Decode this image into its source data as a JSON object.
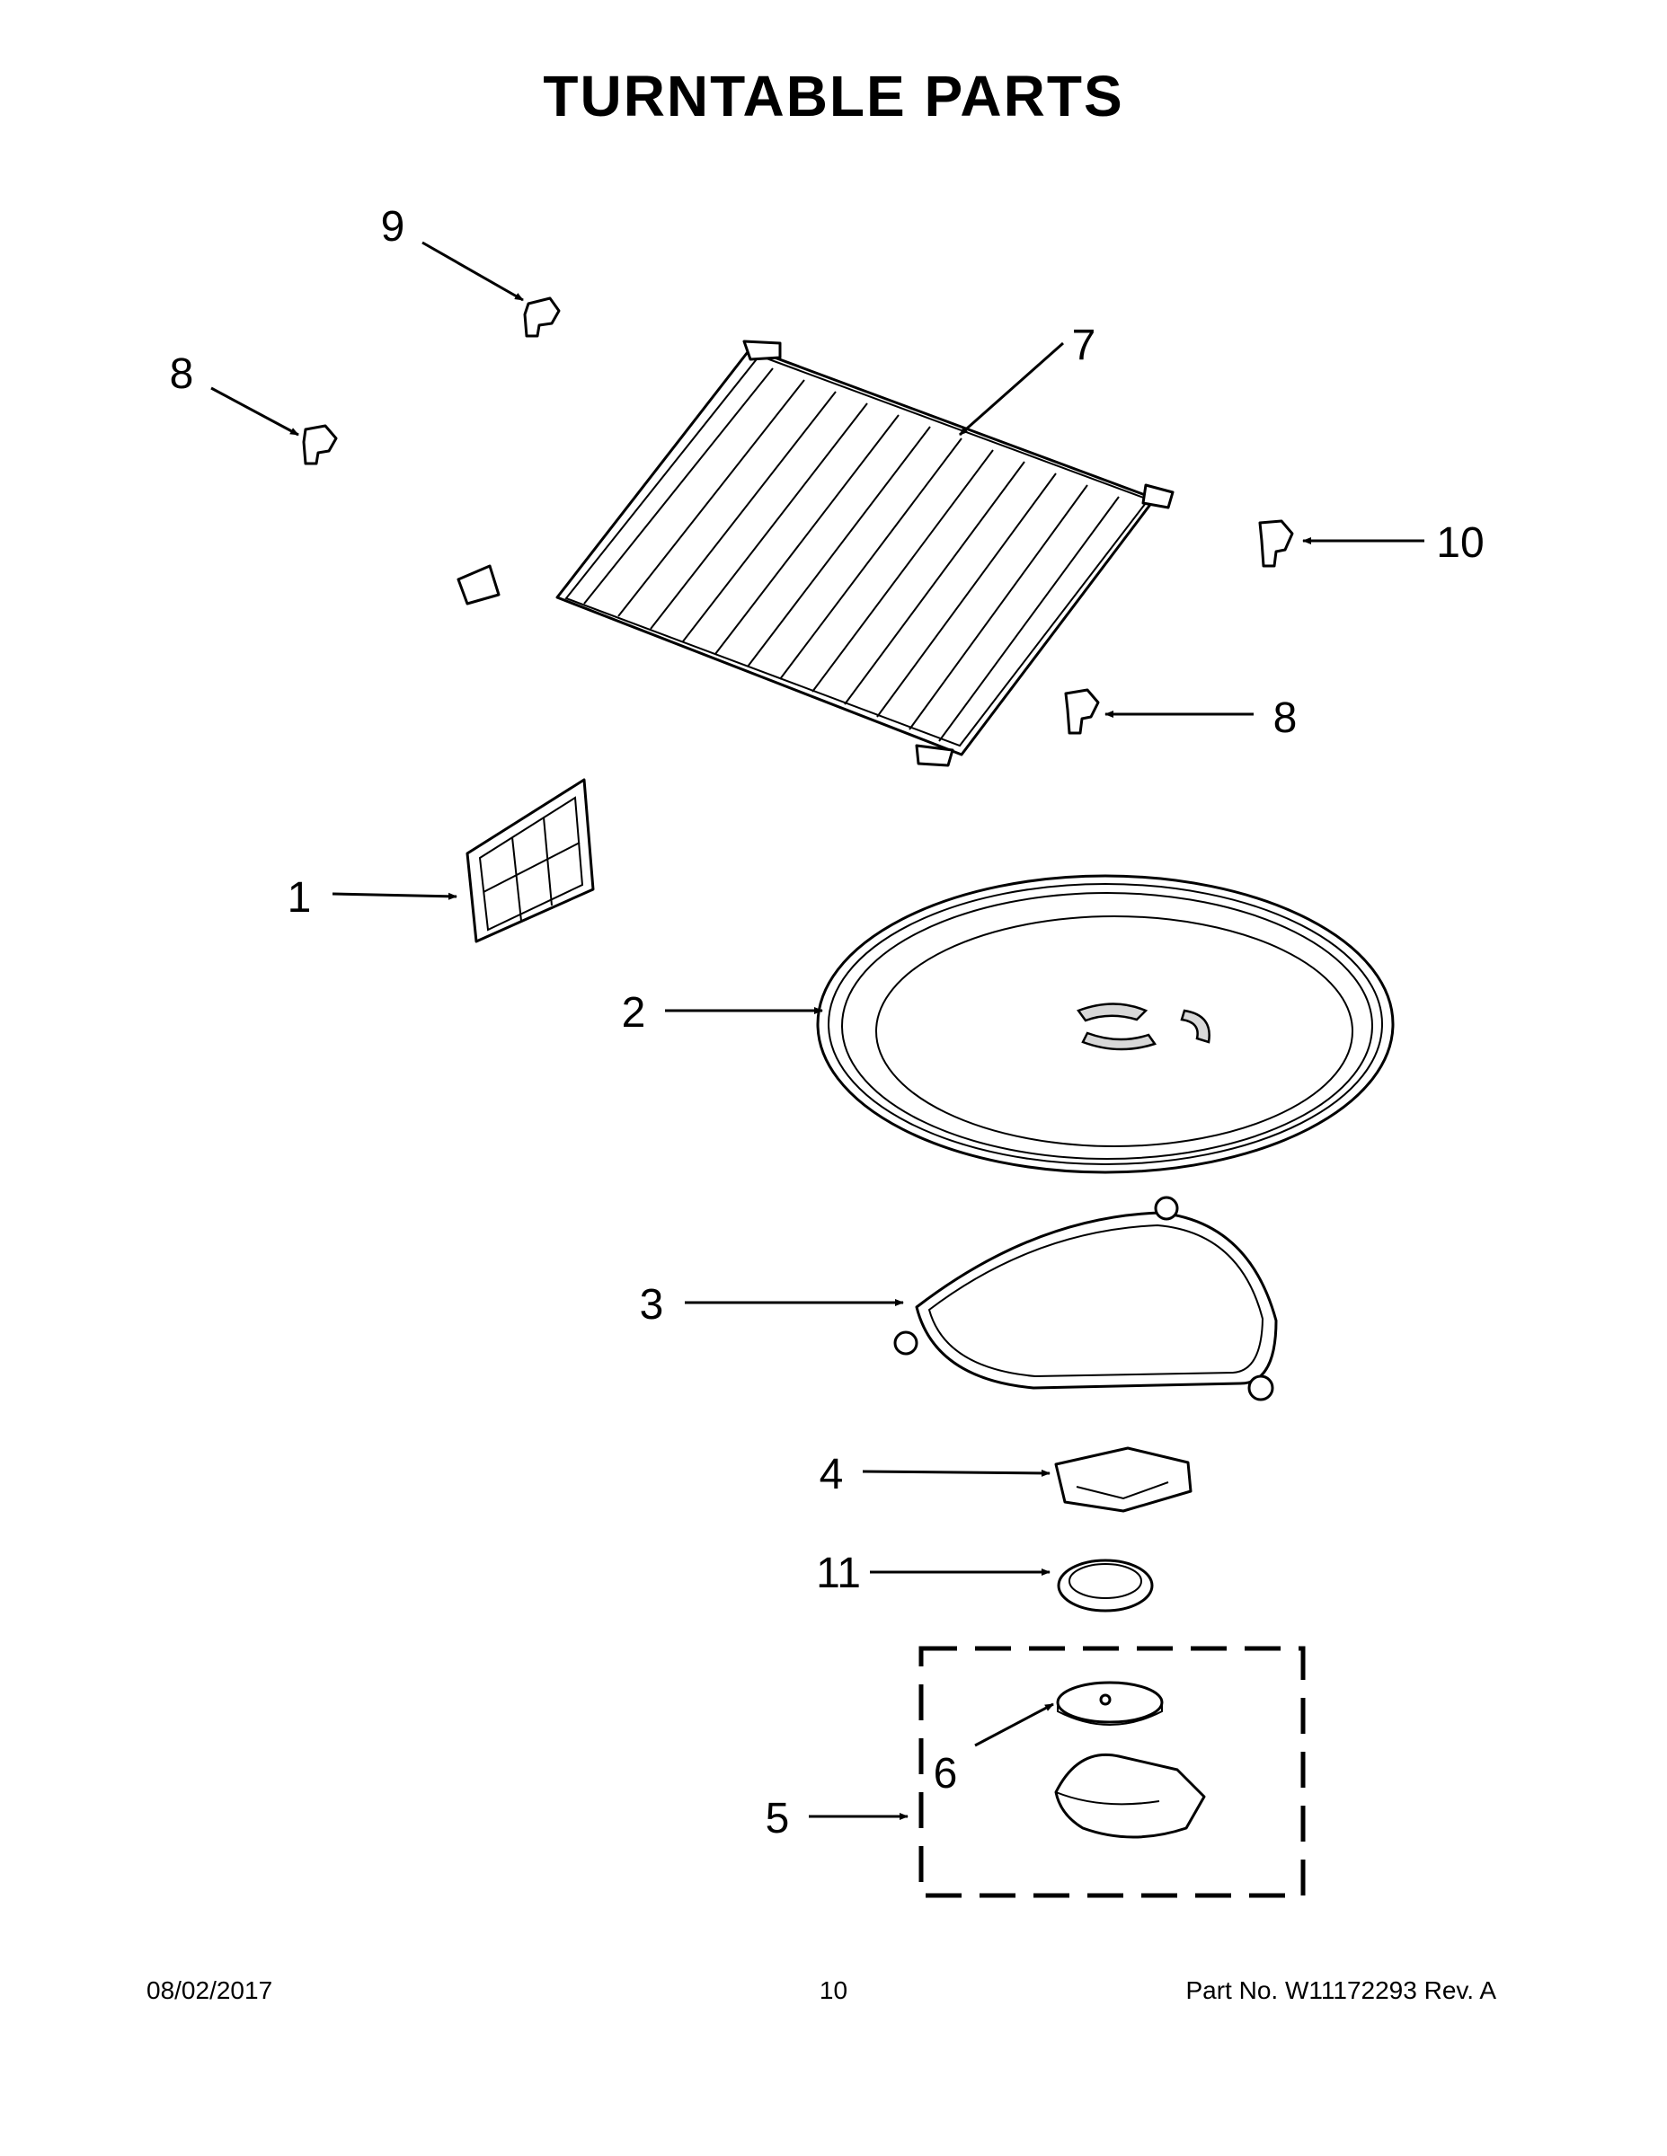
{
  "title": "TURNTABLE PARTS",
  "callouts": {
    "c1": "1",
    "c2": "2",
    "c3": "3",
    "c4": "4",
    "c5": "5",
    "c6": "6",
    "c7": "7",
    "c8a": "8",
    "c8b": "8",
    "c9": "9",
    "c10": "10",
    "c11": "11"
  },
  "footer": {
    "date": "08/02/2017",
    "page": "10",
    "part_no": "Part No.  W11172293  Rev.  A"
  }
}
